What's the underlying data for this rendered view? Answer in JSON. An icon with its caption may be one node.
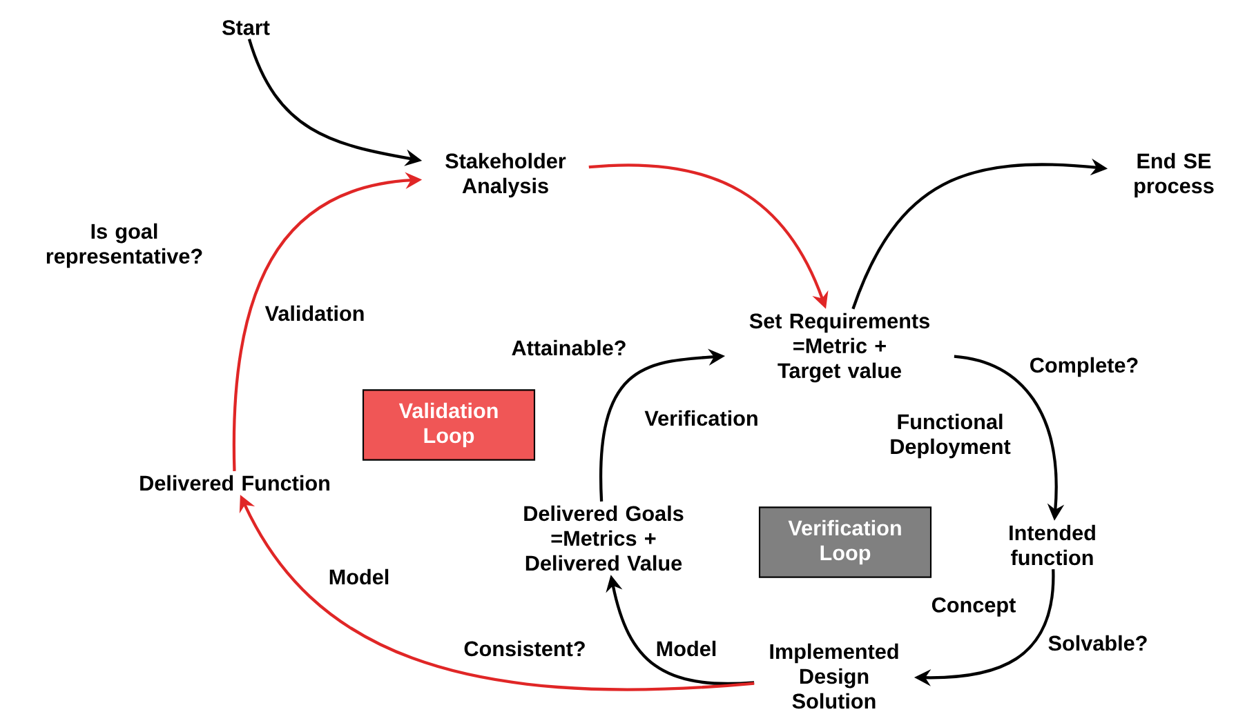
{
  "diagram": {
    "nodes": [
      {
        "text": [
          "Start"
        ]
      },
      {
        "text": [
          "Stakeholder Analysis"
        ]
      },
      {
        "text": [
          "End SE process"
        ]
      },
      {
        "text": [
          "Set Requirements =Metric + Target value"
        ]
      },
      {
        "text": [
          "Intended function"
        ]
      },
      {
        "text": [
          "Implemented Design Solution"
        ]
      },
      {
        "text": [
          "Delivered Goals =Metrics + Delivered Value"
        ]
      },
      {
        "text": [
          "Delivered Function"
        ]
      },
      {
        "text": [
          "Validation Loop"
        ]
      },
      {
        "text": [
          "Verification Loop"
        ]
      }
    ],
    "edges": [
      {
        "from": 0,
        "to": 1,
        "arrow": "to"
      },
      {
        "from": 1,
        "to": 3,
        "arrow": "to",
        "color": "#e02626"
      },
      {
        "from": 3,
        "to": 2,
        "arrow": "to"
      },
      {
        "from": 3,
        "to": 4,
        "arrow": "to",
        "label": "Functional Deployment"
      },
      {
        "from": 4,
        "to": 5,
        "arrow": "to",
        "label": "Concept"
      },
      {
        "from": 5,
        "to": 6,
        "arrow": "to",
        "label": "Model"
      },
      {
        "from": 6,
        "to": 3,
        "arrow": "to",
        "label": "Verification"
      },
      {
        "from": 5,
        "to": 7,
        "arrow": "to",
        "label": "Model",
        "color": "#e02626"
      },
      {
        "from": 7,
        "to": 1,
        "arrow": "to",
        "label": "Validation",
        "color": "#e02626"
      }
    ],
    "labels": [
      "Is goal representative?",
      "Attainable?",
      "Complete?",
      "Solvable?",
      "Consistent?"
    ]
  }
}
